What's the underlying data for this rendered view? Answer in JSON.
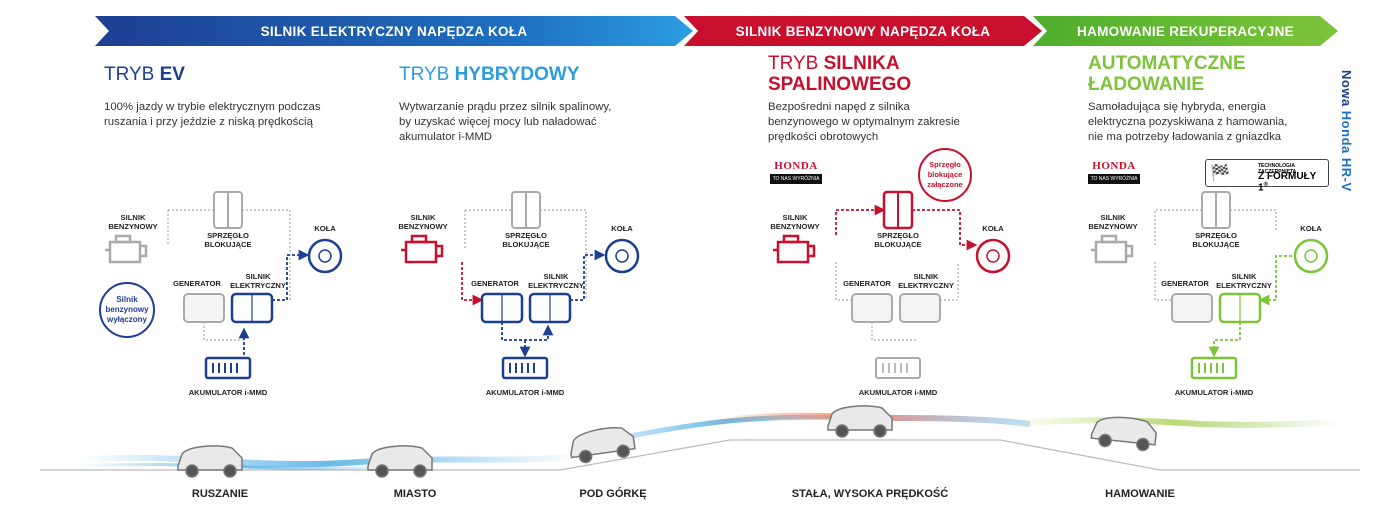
{
  "banners": {
    "electric": "SILNIK ELEKTRYCZNY NAPĘDZA KOŁA",
    "petrol": "SILNIK BENZYNOWY NAPĘDZA KOŁA",
    "regen": "HAMOWANIE REKUPERACYJNE"
  },
  "side_label": {
    "a": "Nowa ",
    "b": "Honda HR-V"
  },
  "colors": {
    "blue": "#1d3f92",
    "red": "#c8102e",
    "green": "#7cc43a",
    "grey": "#aaaaaa",
    "lightblue": "#2b9de0"
  },
  "modes": [
    {
      "title_a": "TRYB ",
      "title_b": "EV",
      "desc": [
        "100% jazdy w trybie elektrycznym podczas",
        "ruszania i przy jeździe z niską prędkością"
      ]
    },
    {
      "title_a": "TRYB ",
      "title_b": "HYBRYDOWY",
      "desc": [
        "Wytwarzanie prądu przez silnik spalinowy,",
        "by uzyskać więcej mocy lub naładować",
        "akumulator i-MMD"
      ]
    },
    {
      "title_a": "TRYB ",
      "title_b": "SILNIKA",
      "title_c": "SPALINOWEGO",
      "desc": [
        "Bezpośredni napęd z silnika",
        "benzynowego w optymalnym zakresie",
        "prędkości obrotowych"
      ]
    },
    {
      "title_a": "AUTOMATYCZNE",
      "title_b": "ŁADOWANIE",
      "desc": [
        "Samoładująca się hybryda, energia",
        "elektryczna pozyskiwana z hamowania,",
        "nie ma potrzeby ładowania z gniazdka"
      ]
    }
  ],
  "labels": {
    "engine_1": "SILNIK",
    "engine_2": "BENZYNOWY",
    "clutch_1": "SPRZĘGŁO",
    "clutch_2": "BLOKUJĄCE",
    "generator": "GENERATOR",
    "motor_1": "SILNIK",
    "motor_2": "ELEKTRYCZNY",
    "wheels": "KOŁA",
    "battery": "AKUMULATOR i-MMD",
    "engine_off_1": "Silnik",
    "engine_off_2": "benzynowy",
    "engine_off_3": "wyłączony",
    "clutch_on_1": "Sprzęgło",
    "clutch_on_2": "blokujące",
    "clutch_on_3": "załączone"
  },
  "honda": {
    "logo": "HONDA",
    "tag": "TO NAS WYRÓŻNIA"
  },
  "f1": {
    "t1": "TECHNOLOGIA ZACZERPNIĘTA",
    "t2": "Z FORMUŁY 1",
    "sup": "®"
  },
  "ground": [
    "RUSZANIE",
    "MIASTO",
    "POD GÓRKĘ",
    "STAŁA, WYSOKA PRĘDKOŚĆ",
    "HAMOWANIE"
  ]
}
